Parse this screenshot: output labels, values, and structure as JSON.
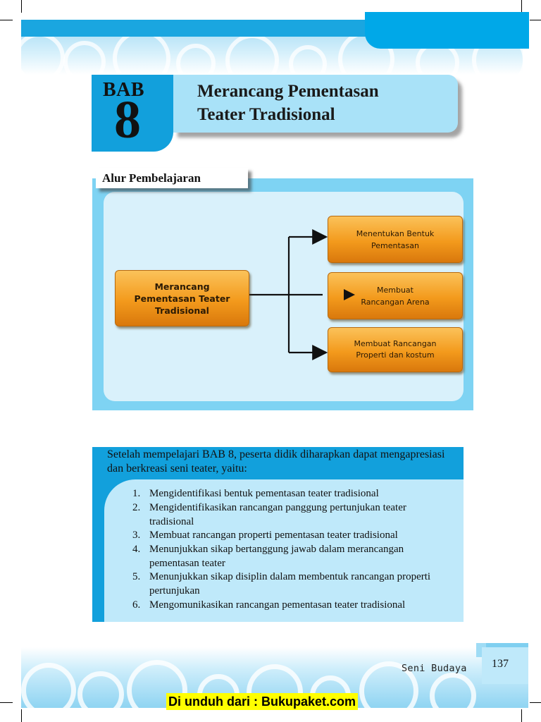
{
  "chapter": {
    "label": "BAB",
    "number": "8",
    "title_line1": "Merancang Pementasan",
    "title_line2": "Teater Tradisional"
  },
  "learning_flow": {
    "label": "Alur Pembelajaran",
    "main_node": "Merancang\nPementasan Teater\nTradisional",
    "branches": [
      "Menentukan Bentuk\nPementasan",
      "Membuat\nRancangan Arena",
      "Membuat Rancangan\nProperti dan kostum"
    ]
  },
  "objectives": {
    "intro": "Setelah mempelajari BAB 8, peserta didik diharapkan dapat mengapresiasi dan berkreasi seni teater, yaitu:",
    "items": [
      {
        "num": "1.",
        "text": "Mengidentifikasi  bentuk pementasan teater tradisional"
      },
      {
        "num": "2.",
        "text": "Mengidentifikasikan rancangan panggung pertunjukan teater tradisional"
      },
      {
        "num": "3.",
        "text": "Membuat rancangan properti pementasan  teater tradisional"
      },
      {
        "num": "4.",
        "text": "Menunjukkan sikap bertanggung jawab dalam merancangan pementasan  teater"
      },
      {
        "num": "5.",
        "text": "Menunjukkan sikap disiplin dalam membentuk rancangan properti pertunjukan"
      },
      {
        "num": "6.",
        "text": "Mengomunikasikan rancangan pementasan teater tradisional"
      }
    ]
  },
  "footer": {
    "book_title": "Seni Budaya",
    "page_number": "137",
    "download_note": "Di unduh dari : Bukupaket.com"
  },
  "colors": {
    "accent_blue": "#12a0dc",
    "light_blue": "#a9e2f8",
    "node_orange": "#f39a1c",
    "highlight_yellow": "#ffff00"
  }
}
